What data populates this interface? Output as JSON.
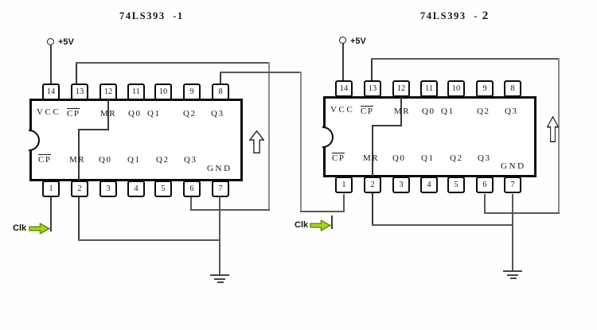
{
  "titles": {
    "chip1": "74LS393  -1",
    "chip2_prefix": "74LS393  - ",
    "chip2_num": "2"
  },
  "chip1": {
    "supply": "+5V",
    "clk": "Clk",
    "top_pins": [
      "14",
      "13",
      "12",
      "11",
      "10",
      "9",
      "8"
    ],
    "bottom_pins": [
      "1",
      "2",
      "3",
      "4",
      "5",
      "6",
      "7"
    ],
    "top_labels": {
      "vcc": "VCC",
      "cp": "CP",
      "mr": "MR",
      "q0": "Q0",
      "q1": "Q1",
      "q2": "Q2",
      "q3": "Q3"
    },
    "bottom_labels": {
      "cp": "CP",
      "mr": "MR",
      "q0": "Q0",
      "q1": "Q1",
      "q2": "Q2",
      "q3": "Q3",
      "gnd": "GND"
    }
  },
  "chip2": {
    "supply": "+5V",
    "clk": "Clk",
    "top_pins": [
      "14",
      "13",
      "12",
      "11",
      "10",
      "9",
      "8"
    ],
    "bottom_pins": [
      "1",
      "2",
      "3",
      "4",
      "5",
      "6",
      "7"
    ],
    "top_labels": {
      "vcc": "VCC",
      "cp": "CP",
      "mr": "MR",
      "q0": "Q0",
      "q1": "Q1",
      "q2": "Q2",
      "q3": "Q3"
    },
    "bottom_labels": {
      "cp": "CP",
      "mr": "MR",
      "q0": "Q0",
      "q1": "Q1",
      "q2": "Q2",
      "q3": "Q3",
      "gnd": "GND"
    }
  }
}
